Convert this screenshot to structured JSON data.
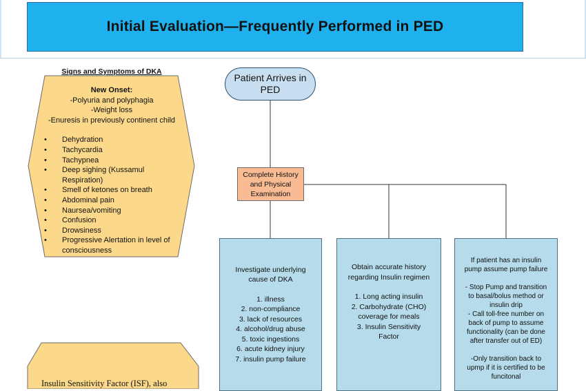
{
  "title": "Initial Evaluation—Frequently Performed in PED",
  "dka_panel": {
    "heading": "Signs and Symptoms of DKA",
    "onset_title": "New Onset:",
    "onset_items": [
      "-Polyuria and polyphagia",
      "-Weight loss",
      "-Enuresis in previously continent child"
    ],
    "bullet_glyph": "•",
    "symptoms": [
      "Dehydration",
      "Tachycardia",
      "Tachypnea",
      "Deep sighing (Kussamul Respiration)",
      "Smell of ketones on breath",
      "Abdominal pain",
      "Naursea/vomiting",
      "Confusion",
      "Drowsiness",
      "Progressive Alertation in level of consciousness"
    ]
  },
  "isf_panel": {
    "text": "Insulin Sensitivity Factor (ISF), also"
  },
  "flow": {
    "start": "Patient Arrives in PED",
    "exam": "Complete History and Physical Examination",
    "box1": {
      "intro": "Investigate underlying cause of DKA",
      "items": [
        "1. illness",
        "2. non-compliance",
        "3. lack of resources",
        "4. alcohol/drug abuse",
        "5. toxic ingestions",
        "6. acute kidney injury",
        "7. insulin pump failure"
      ]
    },
    "box2": {
      "intro": "Obtain accurate history regarding Insulin regimen",
      "items": [
        "1.  Long acting insulin",
        "2. Carbohydrate (CHO) coverage for meals",
        "3. Insulin Sensitivity Factor"
      ]
    },
    "box3": {
      "lines": [
        "If patient has an insulin pump assume pump failure",
        "",
        "-  Stop Pump and transition to basal/bolus method or insulin drip",
        "- Call toll-free number on back of pump to assume functionality (can be done after transfer out of ED)",
        "",
        "-Only transition back to upmp if it is certified to be funcitonal"
      ]
    }
  },
  "colors": {
    "title_bg": "#1eb1ed",
    "hexagon_fill": "#fcd98a",
    "oval_fill": "#c7dff0",
    "exam_fill": "#f8bb93",
    "process_fill": "#b6dbea"
  }
}
